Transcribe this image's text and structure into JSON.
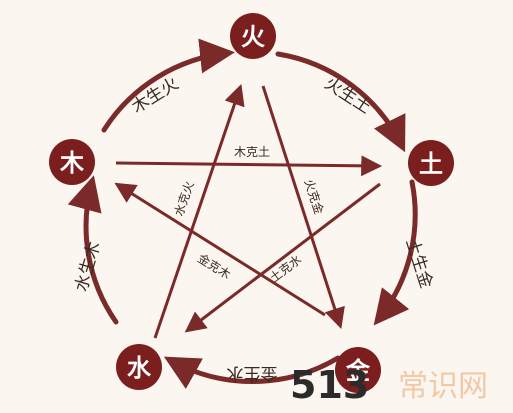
{
  "colors": {
    "background": "#fbf6ef",
    "node": "#7b1e1e",
    "arrow": "#7b2a2a",
    "text": "#3a2a25"
  },
  "elements": {
    "fire": {
      "label": "火"
    },
    "earth": {
      "label": "土"
    },
    "metal": {
      "label": "金"
    },
    "water": {
      "label": "水"
    },
    "wood": {
      "label": "木"
    }
  },
  "generating": {
    "wood_fire": "木生火",
    "fire_earth": "火生土",
    "earth_metal": "土生金",
    "metal_water": "金生水",
    "water_wood": "水生木"
  },
  "controlling": {
    "wood_earth": "木克土",
    "earth_water": "土克水",
    "water_fire": "水克火",
    "fire_metal": "火克金",
    "metal_wood": "金克木"
  },
  "watermark": {
    "number": "513",
    "text": "常识网"
  }
}
